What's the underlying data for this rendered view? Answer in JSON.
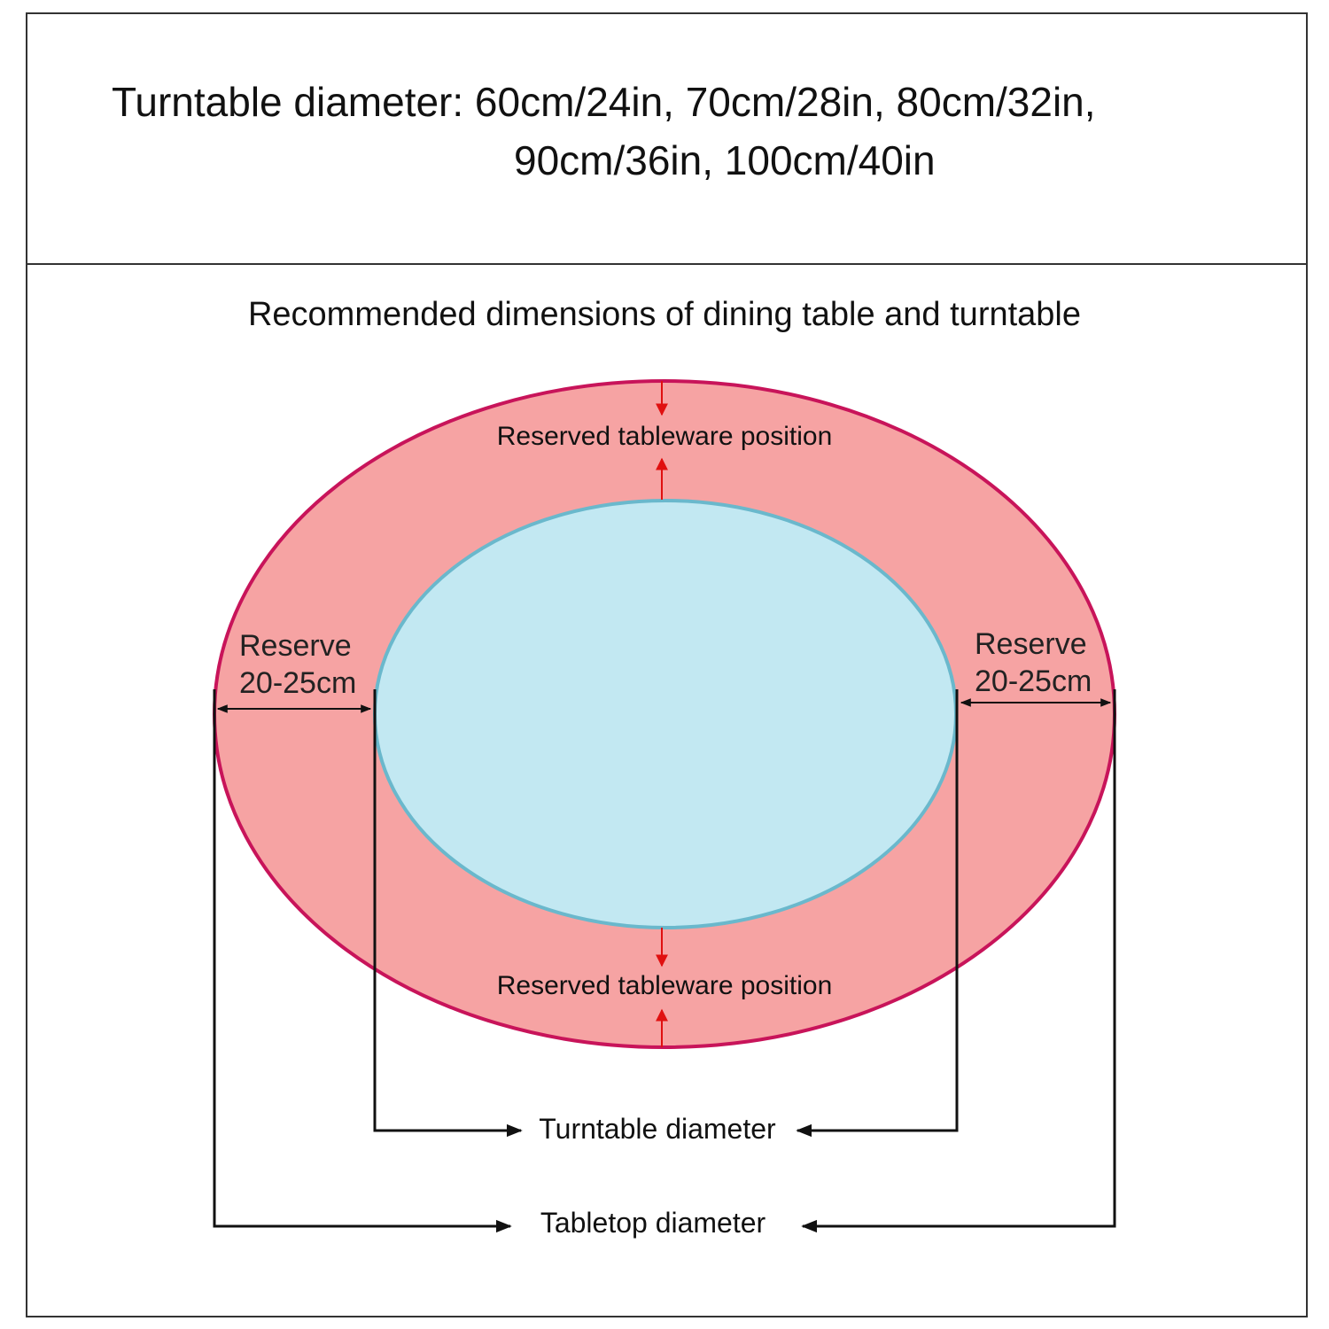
{
  "header": {
    "line1": "Turntable diameter: 60cm/24in, 70cm/28in, 80cm/32in,",
    "line2": "90cm/36in, 100cm/40in"
  },
  "diagram": {
    "title": "Recommended dimensions of dining table and turntable",
    "reserved_top": "Reserved tableware position",
    "reserved_bottom": "Reserved tableware position",
    "reserve_left_line1": "Reserve",
    "reserve_left_line2": "20-25cm",
    "reserve_right_line1": "Reserve",
    "reserve_right_line2": "20-25cm",
    "turntable_label": "Turntable diameter",
    "tabletop_label": "Tabletop diameter"
  },
  "colors": {
    "tabletop_fill": "#f6a3a3",
    "tabletop_stroke": "#c8145a",
    "turntable_fill": "#c2e8f2",
    "turntable_stroke": "#6ab8cc",
    "arrow_red": "#e01010",
    "line_black": "#111111"
  }
}
